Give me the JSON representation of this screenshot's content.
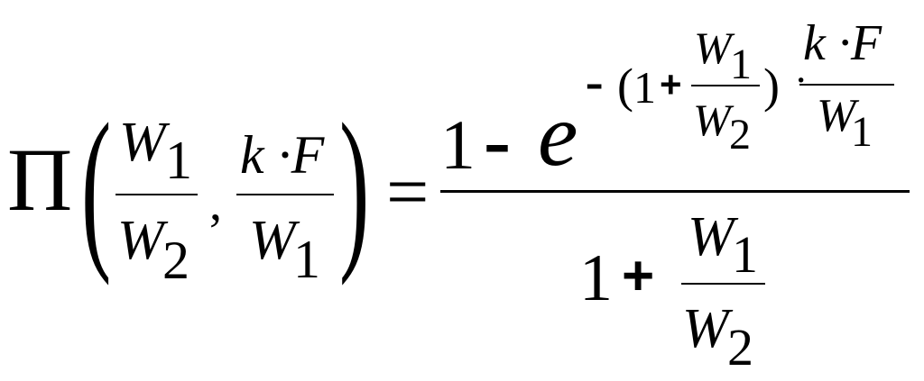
{
  "formula": {
    "lhs": {
      "function_symbol": "Π",
      "open_paren": "(",
      "close_paren": ")",
      "separator": ",",
      "arg1": {
        "num_var": "W",
        "num_sub": "1",
        "den_var": "W",
        "den_sub": "2"
      },
      "arg2": {
        "num": "k ·F",
        "den_var": "W",
        "den_sub": "1"
      }
    },
    "equals": "=",
    "rhs": {
      "numerator": {
        "one": "1",
        "minus": "-",
        "base": "e",
        "exponent": {
          "minus": "-",
          "open_paren": "(",
          "one": "1",
          "plus": "+",
          "frac": {
            "num_var": "W",
            "num_sub": "1",
            "den_var": "W",
            "den_sub": "2"
          },
          "close_paren": ")",
          "dot": "·",
          "frac2": {
            "num": "k ·F",
            "den_var": "W",
            "den_sub": "1"
          }
        }
      },
      "denominator": {
        "one": "1",
        "plus": "+",
        "frac": {
          "num_var": "W",
          "num_sub": "1",
          "den_var": "W",
          "den_sub": "2"
        }
      }
    }
  }
}
